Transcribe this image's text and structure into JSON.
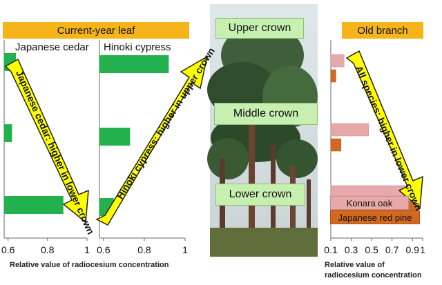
{
  "banner_current": "Current-year leaf",
  "banner_old": "Old branch",
  "panels": {
    "cedar_title": "Japanese cedar",
    "cypress_title": "Hinoki cypress"
  },
  "photo": {
    "upper": "Upper crown",
    "middle": "Middle crown",
    "lower": "Lower crown"
  },
  "arrows": {
    "cedar": "Japanese cedar: higher in lower crown",
    "cypress": "Hinoki cypress: higher in upper crown",
    "all": "All species: higher in lower crown"
  },
  "axis_label_left": "Relative value of radiocesium  concentration",
  "axis_label_right_1": "Relative value of",
  "axis_label_right_2": "radiocesium  concentration",
  "legend": {
    "oak": "Konara oak",
    "pine": "Japanese red pine"
  },
  "colors": {
    "leaf_bar": "#22b14c",
    "oak": "#e6a8a8",
    "pine": "#d2691e",
    "banner": "#f4b41a",
    "arrow": "#ffff00"
  },
  "chart_data": [
    {
      "type": "bar",
      "orientation": "horizontal",
      "title": "Japanese cedar",
      "categories": [
        "Upper crown",
        "Middle crown",
        "Lower crown"
      ],
      "values": [
        0.64,
        0.62,
        0.88
      ],
      "xlim": [
        0.58,
        1.0
      ],
      "xticks": [
        "0.6",
        "0.8",
        "1"
      ]
    },
    {
      "type": "bar",
      "orientation": "horizontal",
      "title": "Hinoki cypress",
      "categories": [
        "Upper crown",
        "Middle crown",
        "Lower crown"
      ],
      "values": [
        0.92,
        0.73,
        0.65
      ],
      "xlim": [
        0.58,
        1.0
      ],
      "xticks": [
        "0.6",
        "0.8",
        "1"
      ]
    },
    {
      "type": "bar",
      "orientation": "horizontal",
      "title": "Old branch",
      "categories": [
        "Upper crown",
        "Middle crown",
        "Lower crown"
      ],
      "series": [
        {
          "name": "Konara oak",
          "values": [
            0.23,
            0.47,
            0.89
          ]
        },
        {
          "name": "Japanese red pine",
          "values": [
            0.15,
            0.2,
            0.96
          ]
        }
      ],
      "xlim": [
        0.1,
        1.0
      ],
      "xticks": [
        "0.1",
        "0.3",
        "0.5",
        "0.7",
        "0.9",
        "1"
      ]
    }
  ]
}
